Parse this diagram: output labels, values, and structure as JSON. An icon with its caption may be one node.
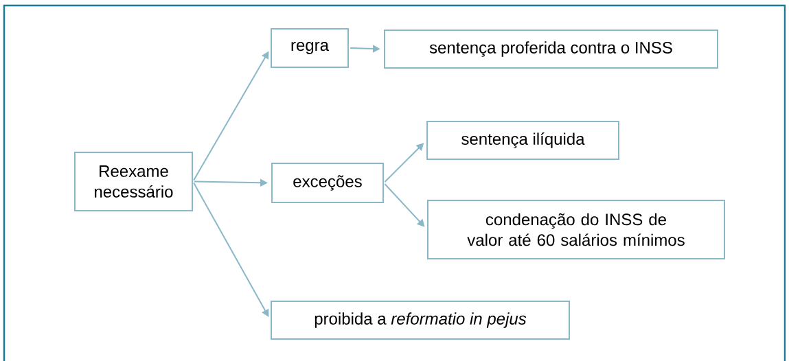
{
  "diagram": {
    "nodes": [
      {
        "text": [
          "Reexame necessário"
        ]
      },
      {
        "text": [
          "regra"
        ]
      },
      {
        "text": [
          "sentença proferida contra o INSS"
        ]
      },
      {
        "text": [
          "exceções"
        ]
      },
      {
        "text": [
          "sentença ilíquida"
        ]
      },
      {
        "text": [
          "condenação do INSS de valor até 60 salários mínimos"
        ]
      },
      {
        "text": [
          "proibida a *reformatio in pejus*"
        ]
      }
    ],
    "edges": [
      {
        "from": 0,
        "to": 1,
        "arrow": "to"
      },
      {
        "from": 0,
        "to": 3,
        "arrow": "to"
      },
      {
        "from": 0,
        "to": 6,
        "arrow": "to"
      },
      {
        "from": 1,
        "to": 2,
        "arrow": "to"
      },
      {
        "from": 3,
        "to": 4,
        "arrow": "to"
      },
      {
        "from": 3,
        "to": 5,
        "arrow": "to"
      }
    ]
  }
}
